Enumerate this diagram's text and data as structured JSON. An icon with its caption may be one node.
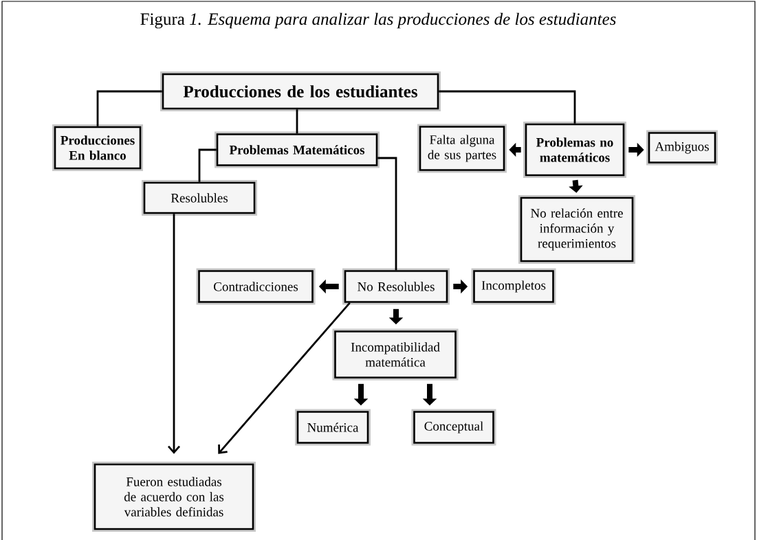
{
  "diagram": {
    "title": "Figura *1. Esquema para analizar las producciones de los estudiantes*",
    "nodes": [
      {
        "text": [
          "Producciones de los estudiantes"
        ]
      },
      {
        "text": [
          "Producciones En blanco"
        ]
      },
      {
        "text": [
          "Problemas Matemáticos"
        ]
      },
      {
        "text": [
          "Falta alguna de sus partes"
        ]
      },
      {
        "text": [
          "Problemas no matemáticos"
        ]
      },
      {
        "text": [
          "Ambiguos"
        ]
      },
      {
        "text": [
          "Resolubles"
        ]
      },
      {
        "text": [
          "No relación entre información y requerimientos"
        ]
      },
      {
        "text": [
          "Contradicciones"
        ]
      },
      {
        "text": [
          "No Resolubles"
        ]
      },
      {
        "text": [
          "Incompletos"
        ]
      },
      {
        "text": [
          "Incompatibilidad matemática"
        ]
      },
      {
        "text": [
          "Numérica"
        ]
      },
      {
        "text": [
          "Conceptual"
        ]
      },
      {
        "text": [
          "Fueron estudiadas de acuerdo con las variables definidas"
        ]
      }
    ],
    "edges": [
      {
        "from": 0,
        "to": 1,
        "arrow": "none"
      },
      {
        "from": 0,
        "to": 2,
        "arrow": "none"
      },
      {
        "from": 0,
        "to": 4,
        "arrow": "none"
      },
      {
        "from": 2,
        "to": 6,
        "arrow": "none"
      },
      {
        "from": 2,
        "to": 9,
        "arrow": "none"
      },
      {
        "from": 4,
        "to": 3,
        "arrow": "to"
      },
      {
        "from": 4,
        "to": 5,
        "arrow": "to"
      },
      {
        "from": 4,
        "to": 7,
        "arrow": "to"
      },
      {
        "from": 9,
        "to": 8,
        "arrow": "to"
      },
      {
        "from": 9,
        "to": 10,
        "arrow": "to"
      },
      {
        "from": 9,
        "to": 11,
        "arrow": "to"
      },
      {
        "from": 11,
        "to": 12,
        "arrow": "to"
      },
      {
        "from": 11,
        "to": 13,
        "arrow": "to"
      },
      {
        "from": 6,
        "to": 14,
        "arrow": "to"
      },
      {
        "from": 9,
        "to": 14,
        "arrow": "to"
      }
    ]
  }
}
